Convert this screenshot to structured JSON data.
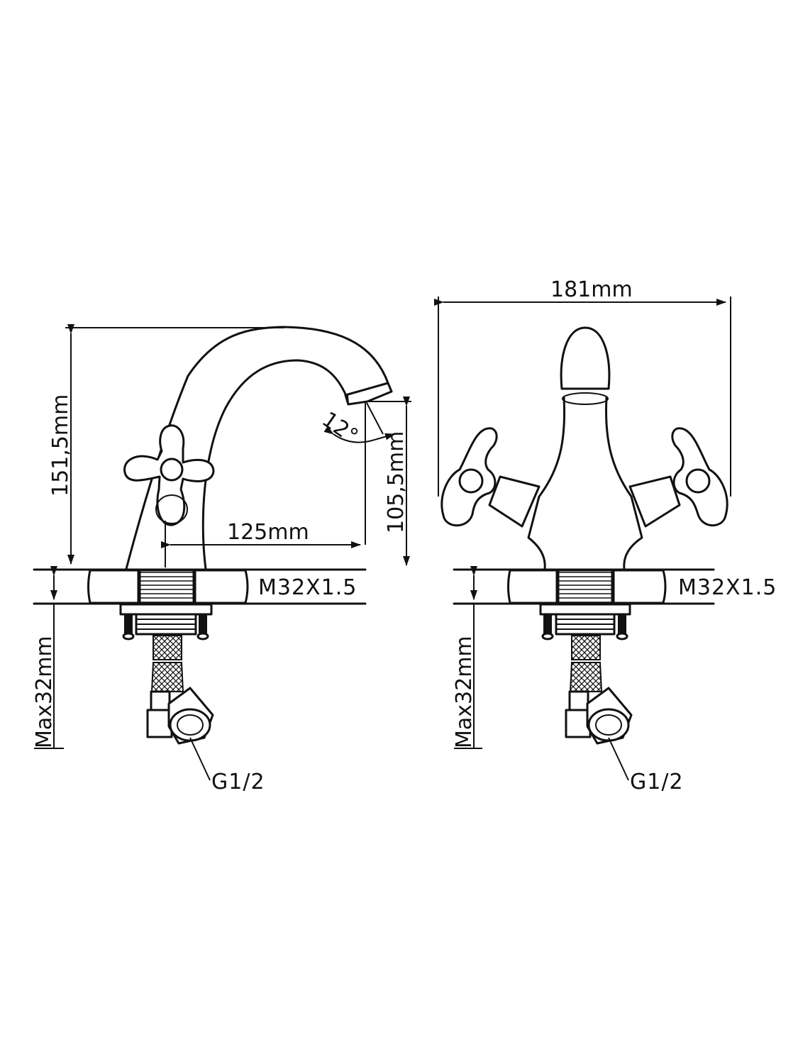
{
  "side_view": {
    "height_total": "151,5mm",
    "height_spout": "105,5mm",
    "reach": "125mm",
    "angle": "12°",
    "thread": "M32X1.5",
    "max_thickness": "Max32mm",
    "connection": "G1/2"
  },
  "front_view": {
    "width": "181mm",
    "thread": "M32X1.5",
    "max_thickness": "Max32mm",
    "connection": "G1/2"
  },
  "colors": {
    "line": "#111111",
    "background": "#ffffff"
  }
}
